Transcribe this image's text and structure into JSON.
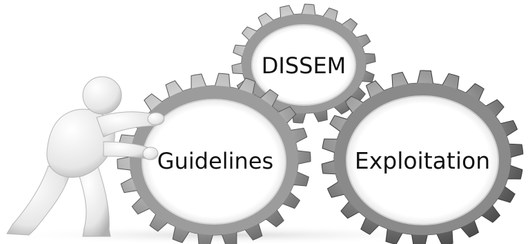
{
  "gears": {
    "top_label": "DISSEM",
    "left_label": "Guidelines",
    "right_label": "Exploitation"
  },
  "icons": [
    "3d-figure-pushing-icon",
    "gear-icon"
  ],
  "colors": {
    "background": "#ffffff",
    "gear_light": "#e9e9e9",
    "gear_mid": "#a8a8a8",
    "gear_dark": "#4a4a4a",
    "gear_hole": "#ffffff",
    "figure": "#f2f2f2",
    "figure_shade": "#bdbdbd"
  }
}
